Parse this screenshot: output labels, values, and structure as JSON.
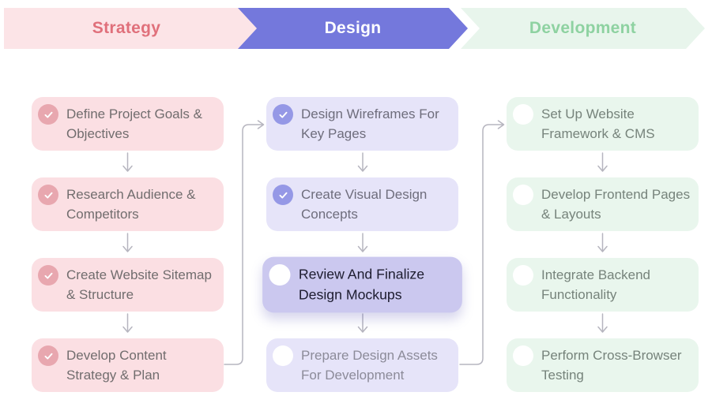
{
  "colors": {
    "strategy_header_bg": "#fce4e7",
    "strategy_header_text": "#e0707b",
    "design_header_bg": "#7478dc",
    "design_header_text": "#ffffff",
    "development_header_bg": "#e8f5ec",
    "development_header_text": "#8ed2a1",
    "strategy_card_bg": "#fbdfe3",
    "design_card_bg": "#e6e4f9",
    "active_card_bg": "#cbc8ef",
    "development_card_bg": "#e9f6ed",
    "strategy_check_circle": "#e8a7af",
    "design_check_circle": "#9598e6",
    "connector_line": "#b6b5bf"
  },
  "stages": [
    {
      "label": "Strategy",
      "cards": [
        {
          "title": "Define Project Goals & Objectives",
          "status": "completed",
          "checked": true
        },
        {
          "title": "Research Audience & Competitors",
          "status": "completed",
          "checked": true
        },
        {
          "title": "Create Website Sitemap & Structure",
          "status": "completed",
          "checked": true
        },
        {
          "title": "Develop Content Strategy & Plan",
          "status": "completed",
          "checked": true
        }
      ]
    },
    {
      "label": "Design",
      "cards": [
        {
          "title": "Design Wireframes For Key Pages",
          "status": "completed",
          "checked": true
        },
        {
          "title": "Create Visual Design Concepts",
          "status": "completed",
          "checked": true
        },
        {
          "title": "Review And Finalize Design Mockups",
          "status": "active",
          "checked": false
        },
        {
          "title": "Prepare Design Assets For Development",
          "status": "pending",
          "checked": false
        }
      ]
    },
    {
      "label": "Development",
      "cards": [
        {
          "title": "Set Up Website Framework & CMS",
          "status": "pending",
          "checked": false
        },
        {
          "title": "Develop Frontend Pages & Layouts",
          "status": "pending",
          "checked": false
        },
        {
          "title": "Integrate Backend Functionality",
          "status": "pending",
          "checked": false
        },
        {
          "title": "Perform Cross-Browser Testing",
          "status": "pending",
          "checked": false
        }
      ]
    }
  ]
}
